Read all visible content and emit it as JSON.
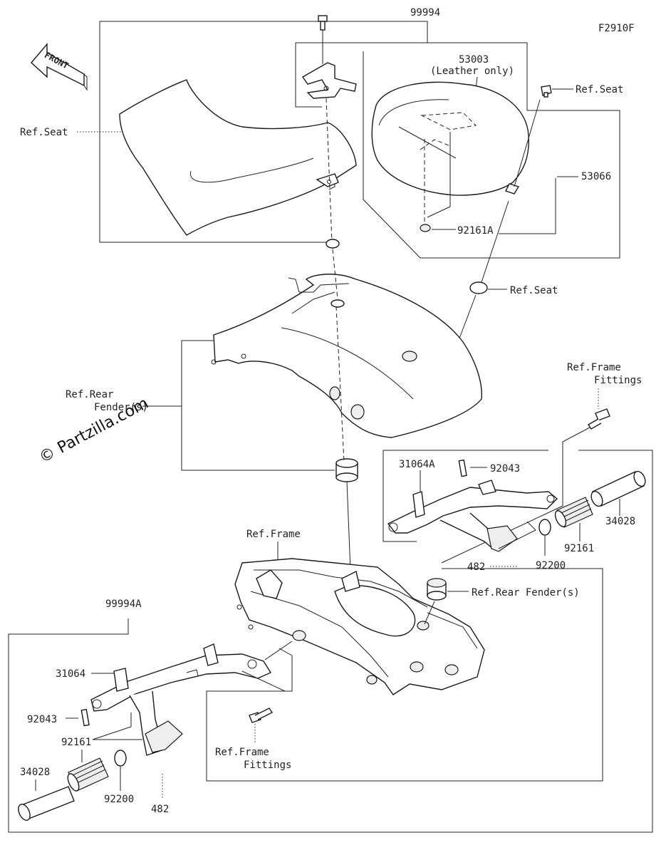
{
  "diagram_code": "F2910F",
  "front_label": "FRONT",
  "watermark": "© Partzilla.com",
  "labels": {
    "99994": "99994",
    "53003": "53003",
    "leather_only": "(Leather only)",
    "ref_seat_left": "Ref.Seat",
    "ref_seat_right": "Ref.Seat",
    "ref_seat_mid": "Ref.Seat",
    "53066": "53066",
    "92161A": "92161A",
    "ref_rear_fender_1": "Ref.Rear",
    "ref_rear_fender_2": "Fender(s)",
    "ref_frame_fittings_r1": "Ref.Frame",
    "ref_frame_fittings_r2": "Fittings",
    "31064A": "31064A",
    "92043_r": "92043",
    "34028_r": "34028",
    "92161_r": "92161",
    "92200_r": "92200",
    "482_r": "482",
    "ref_frame": "Ref.Frame",
    "ref_rear_fender_s": "Ref.Rear Fender(s)",
    "99994A": "99994A",
    "31064": "31064",
    "92043_l": "92043",
    "92161_l": "92161",
    "34028_l": "34028",
    "92200_l": "92200",
    "482_l": "482",
    "ref_frame_fittings_l1": "Ref.Frame",
    "ref_frame_fittings_l2": "Fittings"
  }
}
